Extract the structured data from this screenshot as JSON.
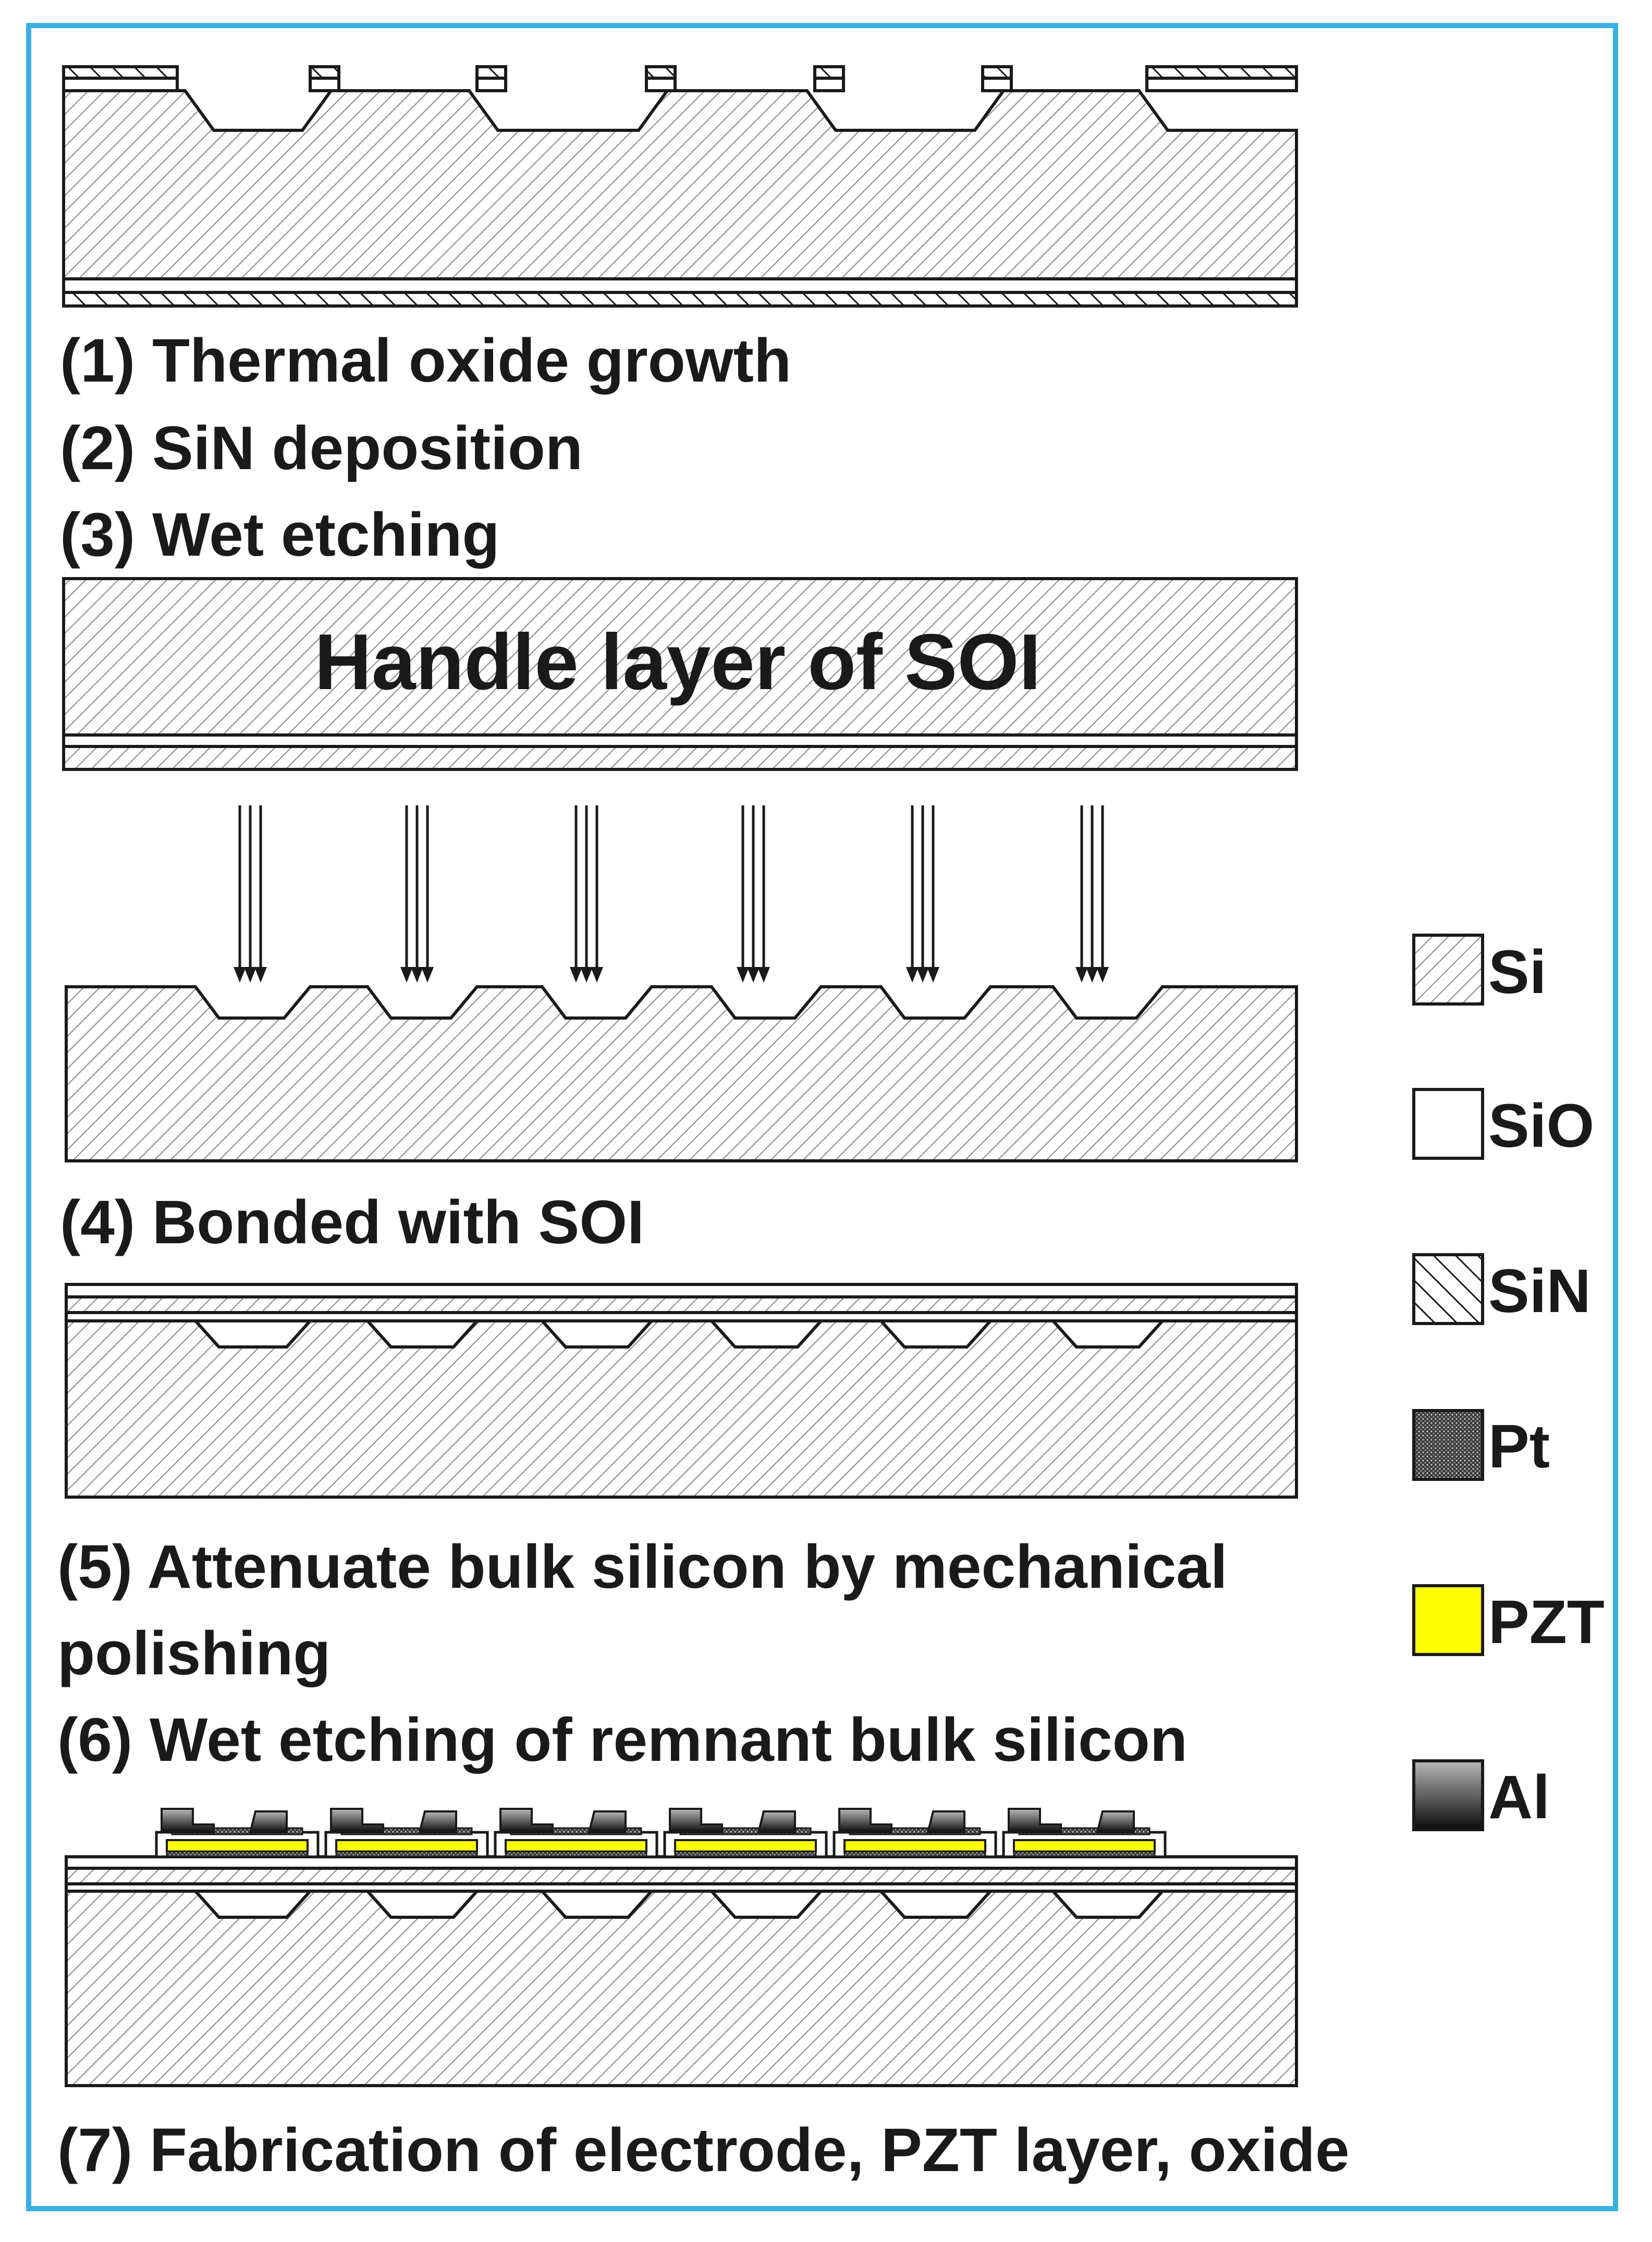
{
  "steps": {
    "s1": "(1) Thermal oxide growth",
    "s2": "(2) SiN deposition",
    "s3": "(3) Wet etching",
    "s4": "(4) Bonded with SOI",
    "s5a": "(5) Attenuate bulk silicon by mechanical",
    "s5b": "polishing",
    "s6": "(6) Wet etching of remnant bulk silicon",
    "s7": "(7) Fabrication of electrode, PZT layer, oxide"
  },
  "handle_label": "Handle layer of SOI",
  "legend": [
    {
      "label": "Si",
      "pattern": "si"
    },
    {
      "label": "SiO",
      "pattern": "sio"
    },
    {
      "label": "SiN",
      "pattern": "sin"
    },
    {
      "label": "Pt",
      "pattern": "pt"
    },
    {
      "label": "PZT",
      "pattern": "pzt"
    },
    {
      "label": "Al",
      "pattern": "al"
    }
  ],
  "colors": {
    "frame": "#3ab0e2",
    "outline": "#1a1a1a",
    "pzt": "#ffff00"
  }
}
